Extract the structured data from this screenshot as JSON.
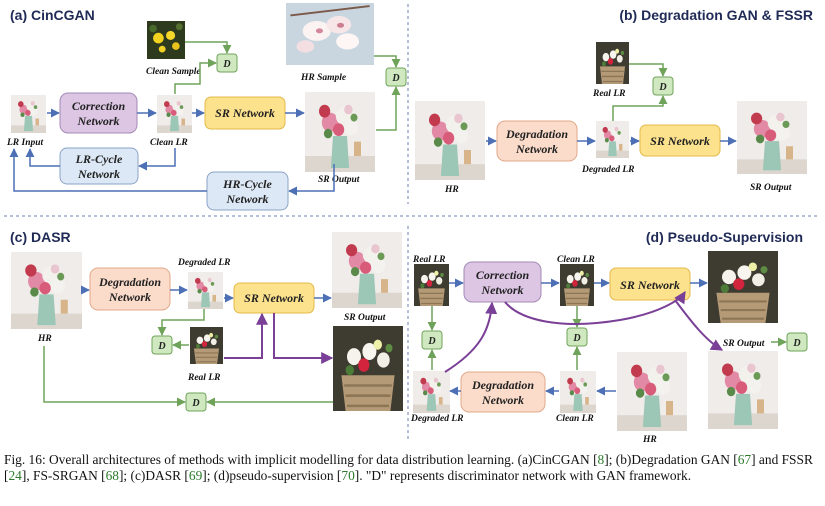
{
  "panels": {
    "a": {
      "title": "(a) CinCGAN",
      "correction": [
        "Correction",
        "Network"
      ],
      "sr": "SR Network",
      "lr_cycle": [
        "LR-Cycle",
        "Network"
      ],
      "hr_cycle": [
        "HR-Cycle",
        "Network"
      ],
      "d1": "D",
      "d2": "D",
      "clean_sample": "Clean Sample",
      "hr_sample": "HR Sample",
      "lr_input": "LR Input",
      "clean_lr": "Clean LR",
      "sr_output": "SR Output"
    },
    "b": {
      "title": "(b) Degradation GAN & FSSR",
      "degradation": [
        "Degradation",
        "Network"
      ],
      "sr": "SR Network",
      "d": "D",
      "real_lr": "Real LR",
      "hr": "HR",
      "degraded_lr": "Degraded LR",
      "sr_output": "SR Output"
    },
    "c": {
      "title": "(c) DASR",
      "degradation": [
        "Degradation",
        "Network"
      ],
      "sr": "SR Network",
      "d1": "D",
      "d2": "D",
      "degraded_lr": "Degraded LR",
      "sr_output": "SR Output",
      "hr": "HR",
      "real_lr": "Real LR"
    },
    "d": {
      "title": "(d) Pseudo-Supervision",
      "correction": [
        "Correction",
        "Network"
      ],
      "degradation": [
        "Degradation",
        "Network"
      ],
      "sr": "SR Network",
      "d1": "D",
      "d2": "D",
      "d3": "D",
      "real_lr": "Real LR",
      "clean_lr_top": "Clean LR",
      "sr_output": "SR Output",
      "degraded_lr": "Degraded LR",
      "clean_lr_bottom": "Clean LR",
      "hr": "HR"
    }
  },
  "caption": {
    "p1": "Fig. 16: Overall architectures of methods with implicit modelling for data distribution learning. (a)CinCGAN [",
    "r1": "8",
    "p2": "]; (b)Degradation GAN [",
    "r2": "67",
    "p3": "] and FSSR [",
    "r3": "24",
    "p4": "], FS-SRGAN [",
    "r4": "68",
    "p5": "]; (c)DASR [",
    "r5": "69",
    "p6": "]; (d)pseudo-supervision [",
    "r6": "70",
    "p7": "]. \"D\" represents discriminator network with GAN framework."
  },
  "colors": {
    "correction_fill": "#dcc6e4",
    "degradation_fill": "#fbdccb",
    "sr_fill": "#fde28e",
    "cycle_fill": "#dce8f5",
    "d_fill": "#cfe8c0",
    "blue_arrow": "#4d6fb5",
    "green_arrow": "#6fa35a",
    "purple_arrow": "#7a3f96"
  },
  "icons": [
    "flower-vase-image",
    "flower-basket-image",
    "yellow-flower-image",
    "white-blossom-image"
  ]
}
